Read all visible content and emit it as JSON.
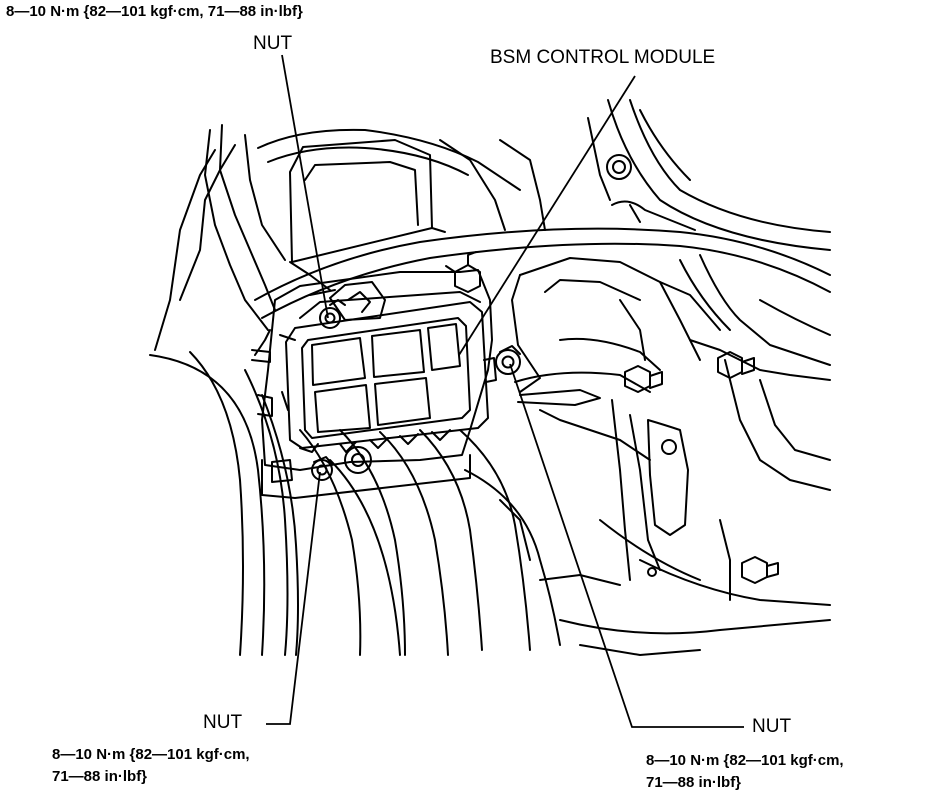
{
  "labels": {
    "top_torque": "8—10 N·m {82—101 kgf·cm, 71—88 in·lbf}",
    "nut_top": "NUT",
    "module": "BSM CONTROL MODULE",
    "nut_bottom_left": "NUT",
    "torque_bottom_left_line1": "8—10 N·m {82—101 kgf·cm,",
    "torque_bottom_left_line2": "71—88 in·lbf}",
    "nut_bottom_right": "NUT",
    "torque_bottom_right_line1": "8—10 N·m {82—101 kgf·cm,",
    "torque_bottom_right_line2": "71—88 in·lbf}"
  },
  "colors": {
    "line": "#000000",
    "background": "#ffffff"
  }
}
